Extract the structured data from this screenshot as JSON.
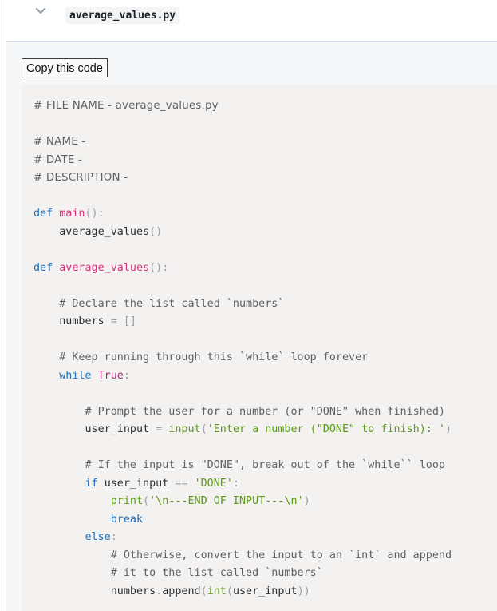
{
  "file": {
    "name": "average_values.py"
  },
  "copy_button": {
    "label": "Copy this code"
  },
  "code": {
    "language": "python",
    "lines": [
      [
        {
          "t": "comment-sans",
          "v": "# FILE NAME - average_values.py"
        }
      ],
      [],
      [
        {
          "t": "comment-sans",
          "v": "# NAME -"
        }
      ],
      [
        {
          "t": "comment-sans",
          "v": "# DATE -"
        }
      ],
      [
        {
          "t": "comment-sans",
          "v": "# DESCRIPTION -"
        }
      ],
      [],
      [
        {
          "t": "kw",
          "v": "def "
        },
        {
          "t": "fn",
          "v": "main"
        },
        {
          "t": "punct",
          "v": "():"
        }
      ],
      [
        {
          "t": "plain",
          "v": "    average_values"
        },
        {
          "t": "punct",
          "v": "()"
        }
      ],
      [],
      [
        {
          "t": "kw",
          "v": "def "
        },
        {
          "t": "fn",
          "v": "average_values"
        },
        {
          "t": "punct",
          "v": "():"
        }
      ],
      [],
      [
        {
          "t": "comment",
          "v": "    # Declare the list called `numbers`"
        }
      ],
      [
        {
          "t": "plain",
          "v": "    numbers "
        },
        {
          "t": "punct",
          "v": "= []"
        }
      ],
      [],
      [
        {
          "t": "comment",
          "v": "    # Keep running through this `while` loop forever"
        }
      ],
      [
        {
          "t": "kw",
          "v": "    while "
        },
        {
          "t": "bool",
          "v": "True"
        },
        {
          "t": "punct",
          "v": ":"
        }
      ],
      [],
      [
        {
          "t": "comment",
          "v": "        # Prompt the user for a number (or \"DONE\" when finished)"
        }
      ],
      [
        {
          "t": "plain",
          "v": "        user_input "
        },
        {
          "t": "punct",
          "v": "= "
        },
        {
          "t": "builtin",
          "v": "input"
        },
        {
          "t": "punct",
          "v": "("
        },
        {
          "t": "str",
          "v": "'Enter a number (\"DONE\" to finish): '"
        },
        {
          "t": "punct",
          "v": ")"
        }
      ],
      [],
      [
        {
          "t": "comment",
          "v": "        # If the input is \"DONE\", break out of the `while`` loop"
        }
      ],
      [
        {
          "t": "kw",
          "v": "        if "
        },
        {
          "t": "plain",
          "v": "user_input "
        },
        {
          "t": "punct",
          "v": "== "
        },
        {
          "t": "str",
          "v": "'DONE'"
        },
        {
          "t": "punct",
          "v": ":"
        }
      ],
      [
        {
          "t": "builtin",
          "v": "            print"
        },
        {
          "t": "punct",
          "v": "("
        },
        {
          "t": "str",
          "v": "'\\n---END OF INPUT---\\n'"
        },
        {
          "t": "punct",
          "v": ")"
        }
      ],
      [
        {
          "t": "kw",
          "v": "            break"
        }
      ],
      [
        {
          "t": "kw",
          "v": "        else"
        },
        {
          "t": "punct",
          "v": ":"
        }
      ],
      [
        {
          "t": "comment",
          "v": "            # Otherwise, convert the input to an `int` and append"
        }
      ],
      [
        {
          "t": "comment",
          "v": "            # it to the list called `numbers`"
        }
      ],
      [
        {
          "t": "plain",
          "v": "            numbers"
        },
        {
          "t": "punct",
          "v": "."
        },
        {
          "t": "plain",
          "v": "append"
        },
        {
          "t": "punct",
          "v": "("
        },
        {
          "t": "builtin",
          "v": "int"
        },
        {
          "t": "punct",
          "v": "("
        },
        {
          "t": "plain",
          "v": "user_input"
        },
        {
          "t": "punct",
          "v": "))"
        }
      ]
    ]
  },
  "colors": {
    "keyword": "#1f6fb8",
    "function_name": "#d9337e",
    "string": "#5b9b15",
    "comment": "#5e6066",
    "code_background": "#f4f2f0"
  },
  "icons": {
    "collapse": "chevron-down-icon"
  }
}
